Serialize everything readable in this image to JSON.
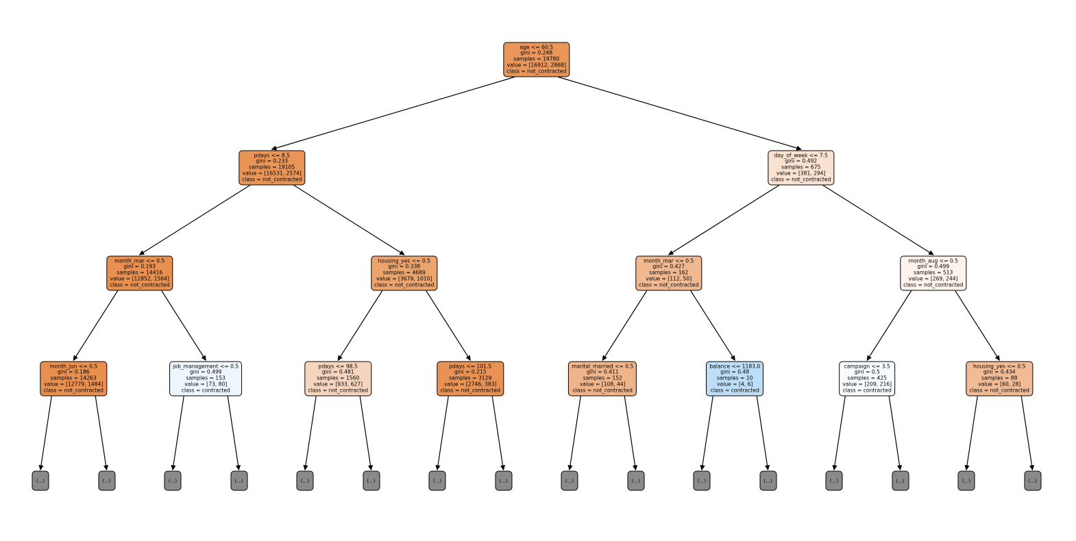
{
  "figure": {
    "background": "#ffffff",
    "edge_color": "#000000",
    "node_border_color": "#000000",
    "leaf_fill": "#8a8a8a",
    "collapsed_label": "(...)"
  },
  "tree": {
    "levels": [
      [
        {
          "lines": [
            "age <= 60.5",
            "gini = 0.248",
            "samples = 19780",
            "value = [16912, 2868]",
            "class = not_contracted"
          ],
          "fill": "#e9965b"
        }
      ],
      [
        {
          "lines": [
            "pdays <= 8.5",
            "gini = 0.233",
            "samples = 19105",
            "value = [16531, 2574]",
            "class = not_contracted"
          ],
          "fill": "#e99558"
        },
        {
          "lines": [
            "day_of_week <= 7.5",
            "gini = 0.492",
            "samples = 675",
            "value = [381, 294]",
            "class = not_contracted"
          ],
          "fill": "#f9e2d2"
        }
      ],
      [
        {
          "lines": [
            "month_mar <= 0.5",
            "gini = 0.193",
            "samples = 14416",
            "value = [12852, 1564]",
            "class = not_contracted"
          ],
          "fill": "#e89051"
        },
        {
          "lines": [
            "housing_yes <= 0.5",
            "gini = 0.338",
            "samples = 4689",
            "value = [3679, 1010]",
            "class = not_contracted"
          ],
          "fill": "#eca46f"
        },
        {
          "lines": [
            "month_mar <= 0.5",
            "gini = 0.427",
            "samples = 162",
            "value = [112, 50]",
            "class = not_contracted"
          ],
          "fill": "#f1b991"
        },
        {
          "lines": [
            "month_aug <= 0.5",
            "gini = 0.499",
            "samples = 513",
            "value = [269, 244]",
            "class = not_contracted"
          ],
          "fill": "#fdf3ec"
        }
      ],
      [
        {
          "lines": [
            "month_jun <= 0.5",
            "gini = 0.186",
            "samples = 14263",
            "value = [12779, 1484]",
            "class = not_contracted"
          ],
          "fill": "#e89050"
        },
        {
          "lines": [
            "job_management <= 0.5",
            "gini = 0.499",
            "samples = 153",
            "value = [73, 80]",
            "class = contracted"
          ],
          "fill": "#eef6fd"
        },
        {
          "lines": [
            "pdays <= 98.5",
            "gini = 0.481",
            "samples = 1560",
            "value = [933, 627]",
            "class = not_contracted"
          ],
          "fill": "#f6d5be"
        },
        {
          "lines": [
            "pdays <= 101.5",
            "gini = 0.215",
            "samples = 3129",
            "value = [2746, 383]",
            "class = not_contracted"
          ],
          "fill": "#e99255"
        },
        {
          "lines": [
            "marital_married <= 0.5",
            "gini = 0.411",
            "samples = 152",
            "value = [108, 44]",
            "class = not_contracted"
          ],
          "fill": "#f0b48a"
        },
        {
          "lines": [
            "balance <= 1183.0",
            "gini = 0.48",
            "samples = 10",
            "value = [4, 6]",
            "class = contracted"
          ],
          "fill": "#bddef6"
        },
        {
          "lines": [
            "campaign <= 3.5",
            "gini = 0.5",
            "samples = 425",
            "value = [209, 216]",
            "class = contracted"
          ],
          "fill": "#f9fcfe"
        },
        {
          "lines": [
            "housing_yes <= 0.5",
            "gini = 0.434",
            "samples = 88",
            "value = [60, 28]",
            "class = not_contracted"
          ],
          "fill": "#f1bc95"
        }
      ]
    ],
    "leaves": [
      {
        "label": "(...)"
      },
      {
        "label": "(...)"
      },
      {
        "label": "(...)"
      },
      {
        "label": "(...)"
      },
      {
        "label": "(...)"
      },
      {
        "label": "(...)"
      },
      {
        "label": "(...)"
      },
      {
        "label": "(...)"
      },
      {
        "label": "(...)"
      },
      {
        "label": "(...)"
      },
      {
        "label": "(...)"
      },
      {
        "label": "(...)"
      },
      {
        "label": "(...)"
      },
      {
        "label": "(...)"
      },
      {
        "label": "(...)"
      },
      {
        "label": "(...)"
      }
    ]
  }
}
